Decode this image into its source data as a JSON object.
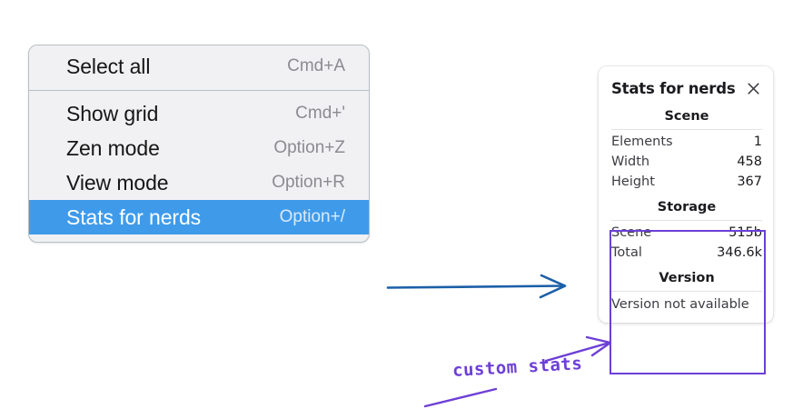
{
  "context_menu": {
    "groups": [
      {
        "items": [
          {
            "label": "Select all",
            "shortcut": "Cmd+A",
            "selected": false
          }
        ]
      },
      {
        "items": [
          {
            "label": "Show grid",
            "shortcut": "Cmd+'",
            "selected": false
          },
          {
            "label": "Zen mode",
            "shortcut": "Option+Z",
            "selected": false
          },
          {
            "label": "View mode",
            "shortcut": "Option+R",
            "selected": false
          },
          {
            "label": "Stats for nerds",
            "shortcut": "Option+/",
            "selected": true
          }
        ]
      }
    ],
    "highlight_color": "#3f9bea",
    "background_color": "#f1f1f3"
  },
  "stats_panel": {
    "title": "Stats for nerds",
    "close_icon": "close-icon",
    "sections": [
      {
        "heading": "Scene",
        "rows": [
          {
            "key": "Elements",
            "value": "1"
          },
          {
            "key": "Width",
            "value": "458"
          },
          {
            "key": "Height",
            "value": "367"
          }
        ]
      },
      {
        "heading": "Storage",
        "rows": [
          {
            "key": "Scene",
            "value": "515b"
          },
          {
            "key": "Total",
            "value": "346.6k"
          }
        ]
      },
      {
        "heading": "Version",
        "full_rows": [
          "Version not available"
        ]
      }
    ]
  },
  "annotations": {
    "handwritten_label": "custom stats",
    "handwriting_color": "#6d3fd6",
    "arrow_color": "#1b5fa8",
    "highlight_box_color": "#6d3fd6"
  }
}
